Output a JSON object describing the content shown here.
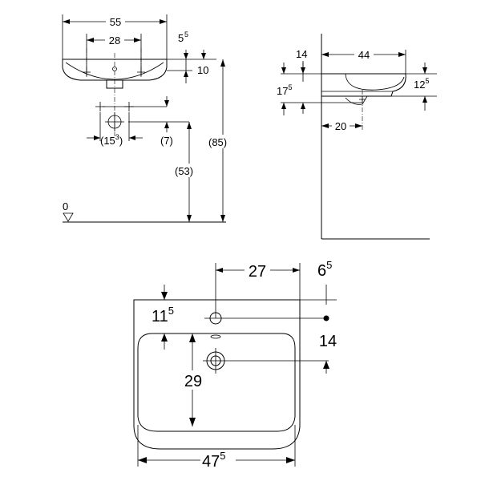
{
  "front_view": {
    "width": "55",
    "tap_spacing": "28",
    "rim_offset": {
      "main": "5",
      "sup": "5"
    },
    "rim_height": "10",
    "height_total": "(85)",
    "waste_height": "(53)",
    "waste_offset": {
      "prefix": "(15",
      "sup": "3",
      "suffix": ")"
    },
    "waste_drop": "(7)",
    "floor_level": "0"
  },
  "side_view": {
    "wall_gap": "14",
    "depth": "44",
    "front_height": {
      "main": "12",
      "sup": "5"
    },
    "rim_to_waste": {
      "main": "17",
      "sup": "5"
    },
    "waste_from_wall": "20"
  },
  "top_view": {
    "tap_from_wall_right": "27",
    "edge_offset": {
      "main": "6",
      "sup": "5"
    },
    "tap_from_back": {
      "main": "11",
      "sup": "5"
    },
    "bowl_offset": "14",
    "waste_from_tap": "29",
    "width": {
      "main": "47",
      "sup": "5"
    }
  }
}
